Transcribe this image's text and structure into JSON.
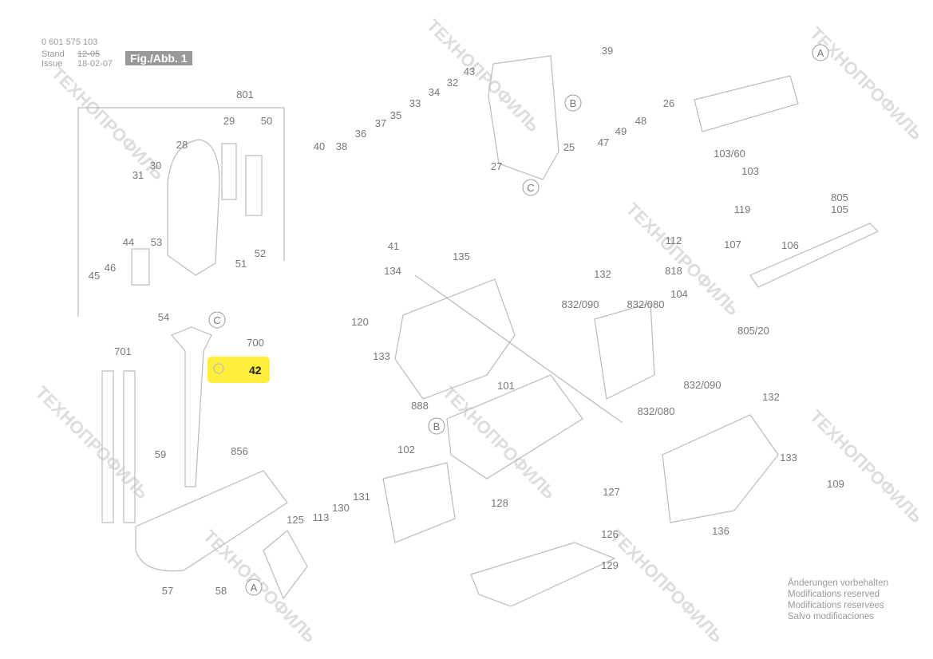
{
  "header": {
    "part_number": "0 601 575 103",
    "stand_label": "Stand",
    "stand_value": "12-05",
    "issue_label": "Issue",
    "issue_value": "18-02-07",
    "figure": "Fig./Abb. 1"
  },
  "notes": [
    "Änderungen vorbehalten",
    "Modifications reserved",
    "Modifications reservees",
    "Salvo modificaciones"
  ],
  "watermark": "ТЕХНОПРОФИЛЬ",
  "highlight": {
    "label": "42",
    "color": "#ffef3a"
  },
  "labels": [
    "801",
    "28",
    "29",
    "50",
    "31",
    "30",
    "53",
    "44",
    "46",
    "45",
    "51",
    "52",
    "54",
    "C",
    "700",
    "701",
    "59",
    "856",
    "125",
    "113",
    "130",
    "131",
    "102",
    "57",
    "58",
    "A",
    "888",
    "B",
    "101",
    "128",
    "127",
    "126",
    "129",
    "133",
    "120",
    "134",
    "135",
    "40",
    "38",
    "36",
    "37",
    "35",
    "33",
    "34",
    "32",
    "43",
    "39",
    "B",
    "25",
    "27",
    "C",
    "41",
    "A",
    "26",
    "48",
    "49",
    "47",
    "103/60",
    "103",
    "119",
    "805",
    "105",
    "106",
    "112",
    "107",
    "818",
    "104",
    "805/20",
    "132",
    "832/090",
    "832/080",
    "832/090",
    "132",
    "832/080",
    "133",
    "109",
    "136"
  ]
}
